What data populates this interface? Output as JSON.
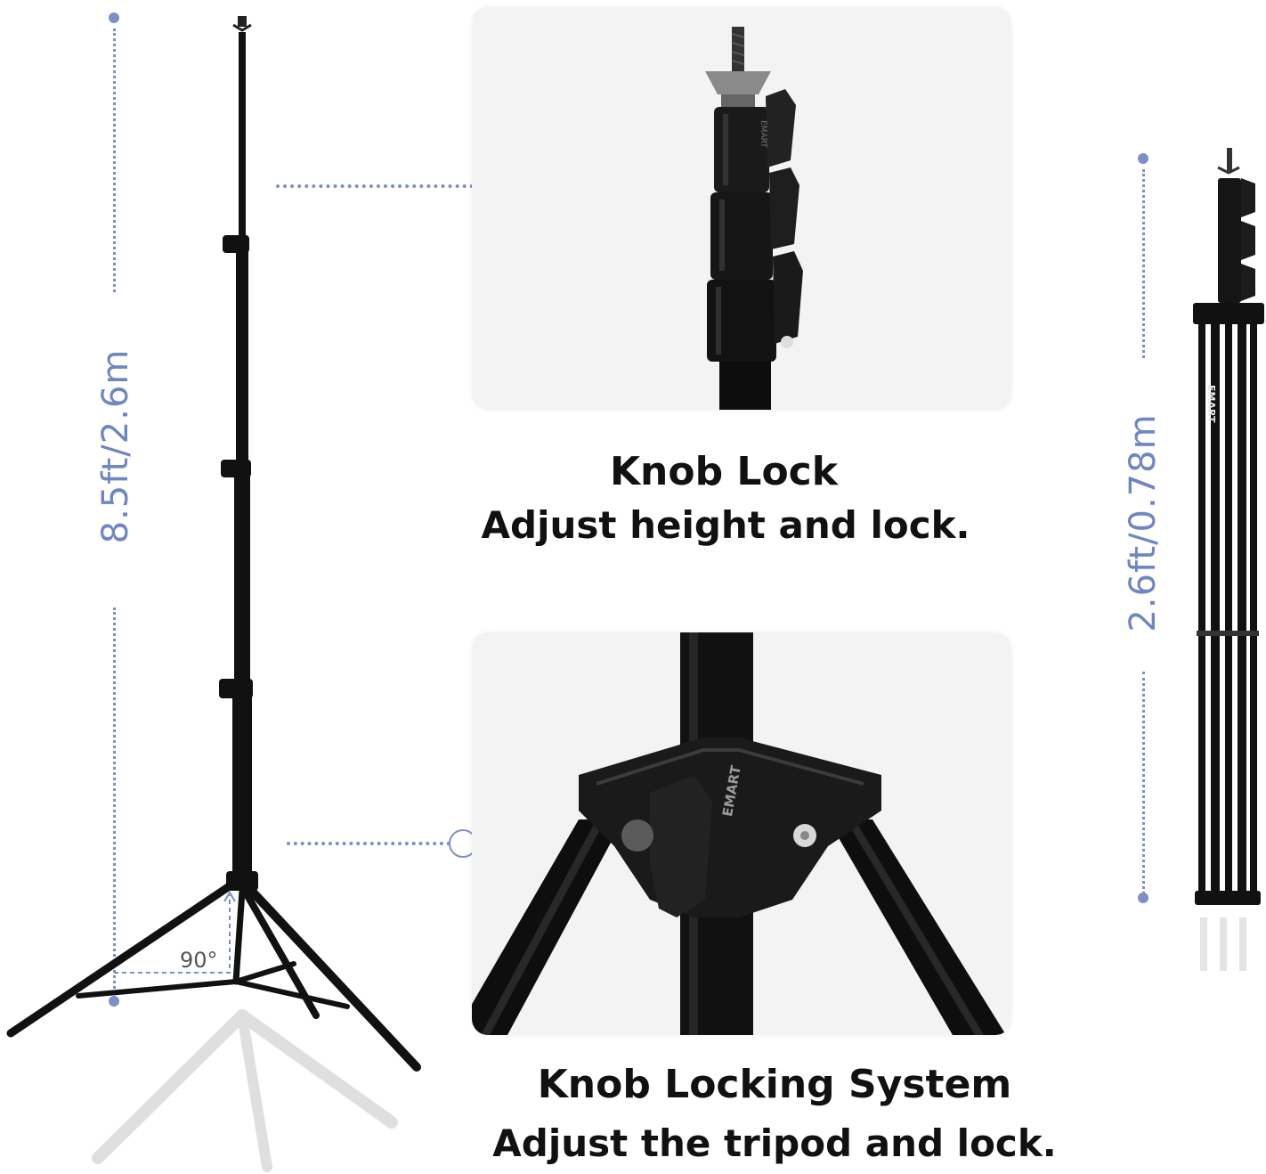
{
  "dimensions": {
    "full_height": "8.5ft/2.6m",
    "folded_height": "2.6ft/0.78m",
    "leg_angle": "90°"
  },
  "features": [
    {
      "title": "Knob Lock",
      "subtitle": "Adjust height and lock."
    },
    {
      "title": "Knob Locking System",
      "subtitle": "Adjust the tripod and lock."
    }
  ],
  "brand_marks": [
    "EMART"
  ],
  "colors": {
    "accent": "#7d8fc5",
    "stand": "#111111",
    "panel": "#f3f3f3"
  }
}
